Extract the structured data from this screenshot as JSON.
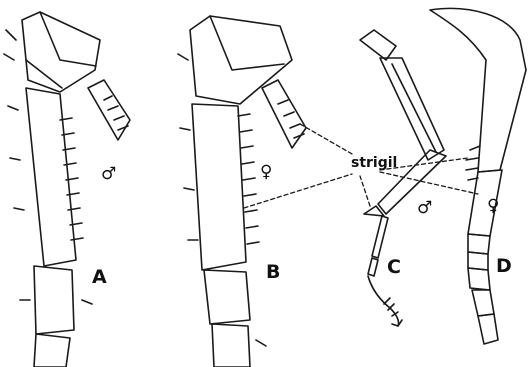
{
  "labels": {
    "strigil": "strigil",
    "panel_a": "A",
    "panel_b": "B",
    "panel_c": "C",
    "panel_d": "D",
    "sex_a": "♂",
    "sex_b": "♀",
    "sex_c": "♂",
    "sex_d": "♀"
  },
  "colors": {
    "ink": "#1a1a1a",
    "background": "#ffffff"
  }
}
